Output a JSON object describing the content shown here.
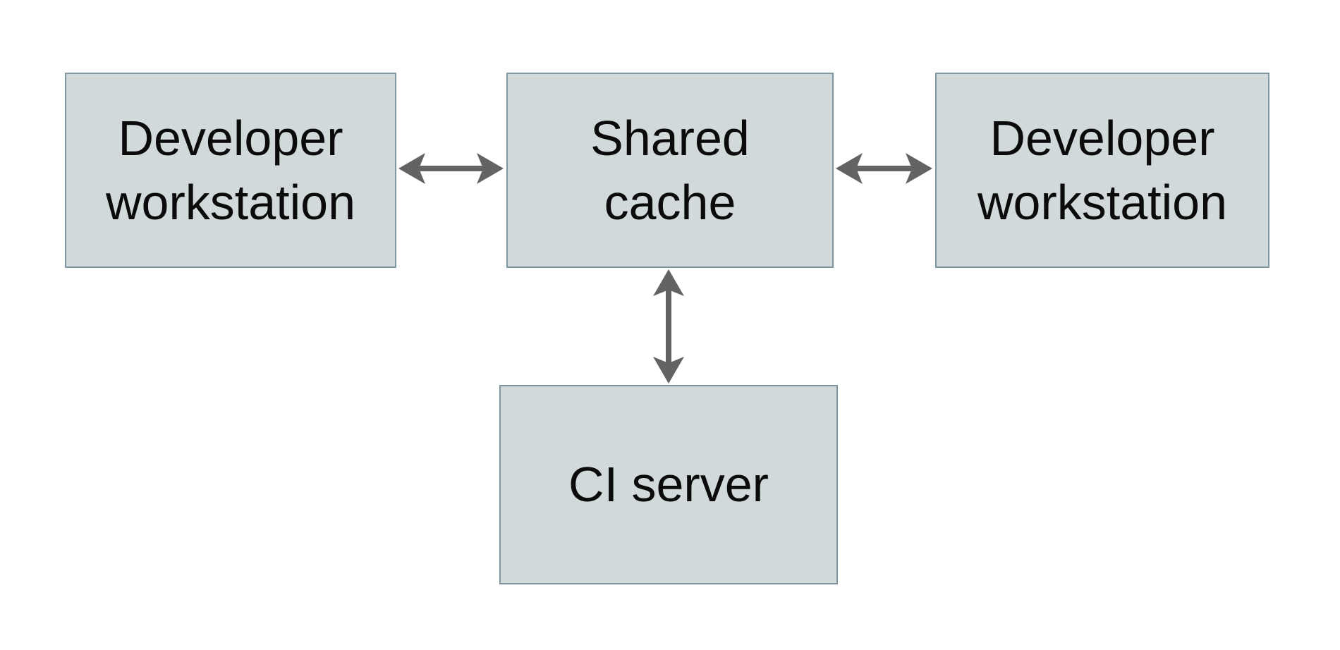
{
  "diagram": {
    "type": "architecture-diagram",
    "nodes": [
      {
        "id": "developer-workstation-left",
        "label": "Developer\nworkstation"
      },
      {
        "id": "shared-cache",
        "label": "Shared\ncache"
      },
      {
        "id": "developer-workstation-right",
        "label": "Developer\nworkstation"
      },
      {
        "id": "ci-server",
        "label": "CI server"
      }
    ],
    "edges": [
      {
        "from": "developer-workstation-left",
        "to": "shared-cache",
        "direction": "bidirectional",
        "orientation": "horizontal"
      },
      {
        "from": "shared-cache",
        "to": "developer-workstation-right",
        "direction": "bidirectional",
        "orientation": "horizontal"
      },
      {
        "from": "shared-cache",
        "to": "ci-server",
        "direction": "bidirectional",
        "orientation": "vertical"
      }
    ],
    "colors": {
      "background": "#ffffff",
      "node_fill": "#d1d9da",
      "node_border": "#7e97a0",
      "arrow": "#636363",
      "text": "#0b0b0b"
    }
  }
}
